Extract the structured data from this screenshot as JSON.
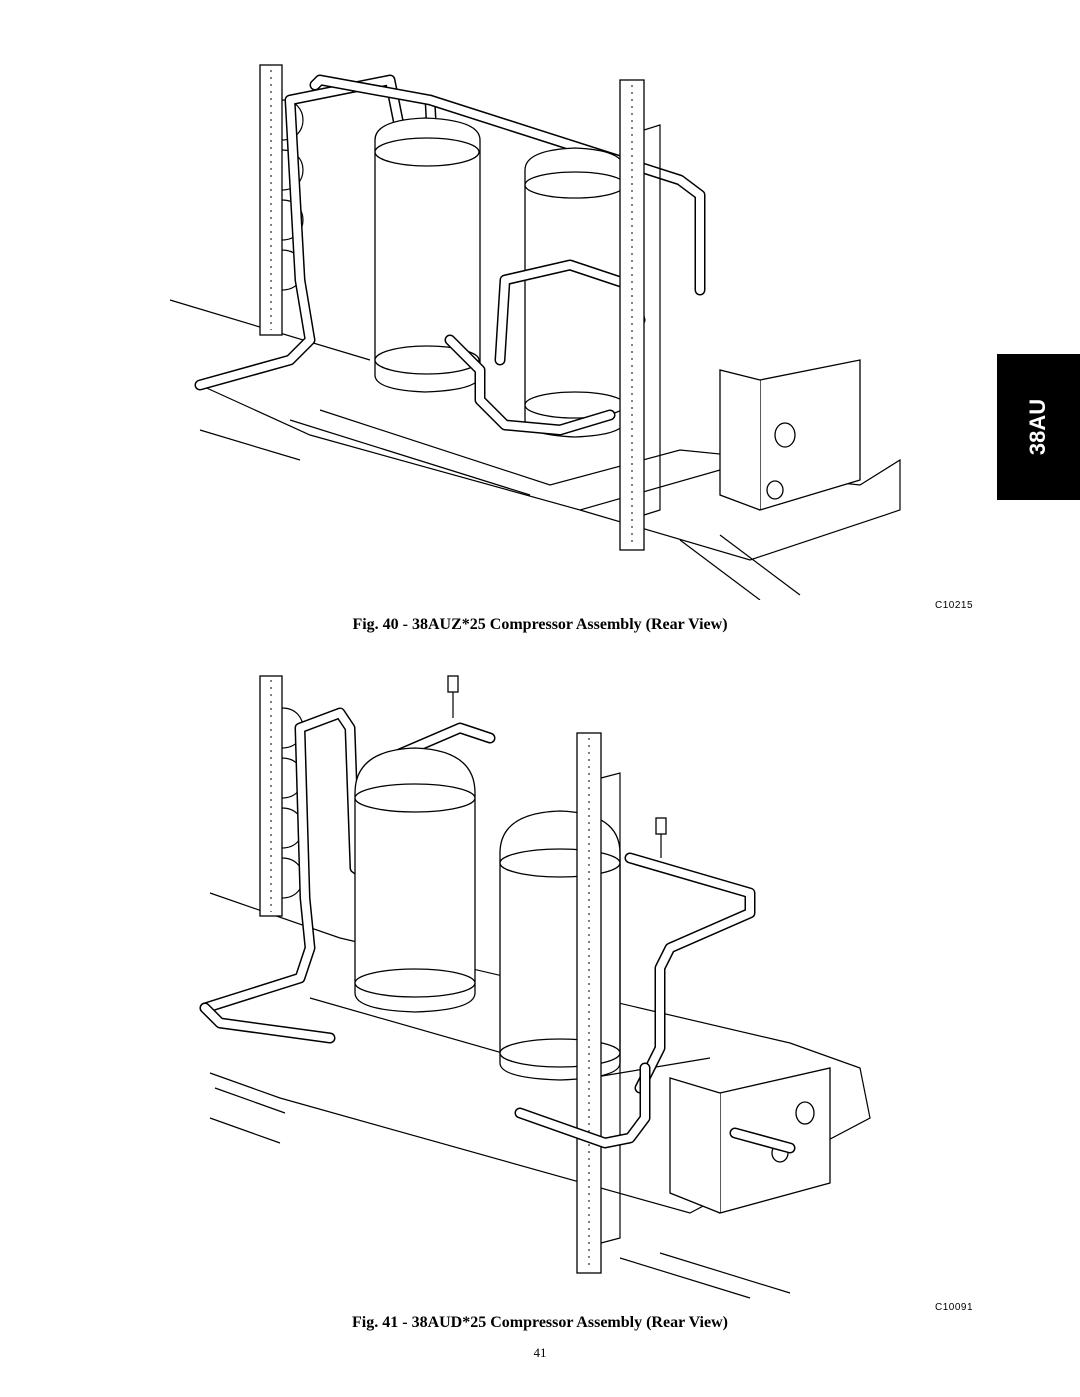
{
  "side_tab": {
    "label": "38AU"
  },
  "figures": [
    {
      "code": "C10215",
      "caption": "Fig. 40 - 38AUZ*25 Compressor Assembly (Rear View)"
    },
    {
      "code": "C10091",
      "caption": "Fig. 41 - 38AUD*25 Compressor Assembly (Rear View)"
    }
  ],
  "page_number": "41"
}
